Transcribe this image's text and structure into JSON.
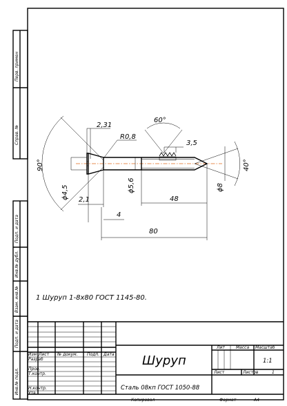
{
  "side_labels": {
    "perv_primen": "Перв. примен",
    "sprav_no": "Справ. №",
    "podp_data_1": "Подп. и дата",
    "inv_dubl": "Инв.№ дубл.",
    "vzam_inv": "Взам. инв.№",
    "podp_data_2": "Подп. и дата",
    "inv_podl": "Инв.№ подл."
  },
  "dims": {
    "d231": "2,31",
    "r08": "R0,8",
    "a60": "60°",
    "d35": "3,5",
    "a90": "90°",
    "a40": "40°",
    "phi45": "ϕ4,5",
    "phi56": "ϕ5,6",
    "phi8": "ϕ8",
    "d21": "2,1",
    "d4": "4",
    "d48": "48",
    "d80": "80"
  },
  "note": "1 Шуруп 1-8х80 ГОСТ 1145-80.",
  "title_block": {
    "headers": [
      "Изм",
      "Лист",
      "№ докум.",
      "Подп.",
      "Дата"
    ],
    "roles": [
      "Разраб",
      "Пров.",
      "Т.контр.",
      "",
      "Н.контр.",
      "Утв."
    ],
    "name": "Шуруп",
    "material": "Сталь 08кп ГОСТ 1050-88",
    "lit": "Лит",
    "massa": "Масса",
    "masshtab": "Масштаб",
    "scale_value": "1:1",
    "list": "Лист",
    "listov": "Листов",
    "listov_value": "1",
    "kopiroval": "Копировал",
    "format": "Формат",
    "format_value": "А4"
  }
}
